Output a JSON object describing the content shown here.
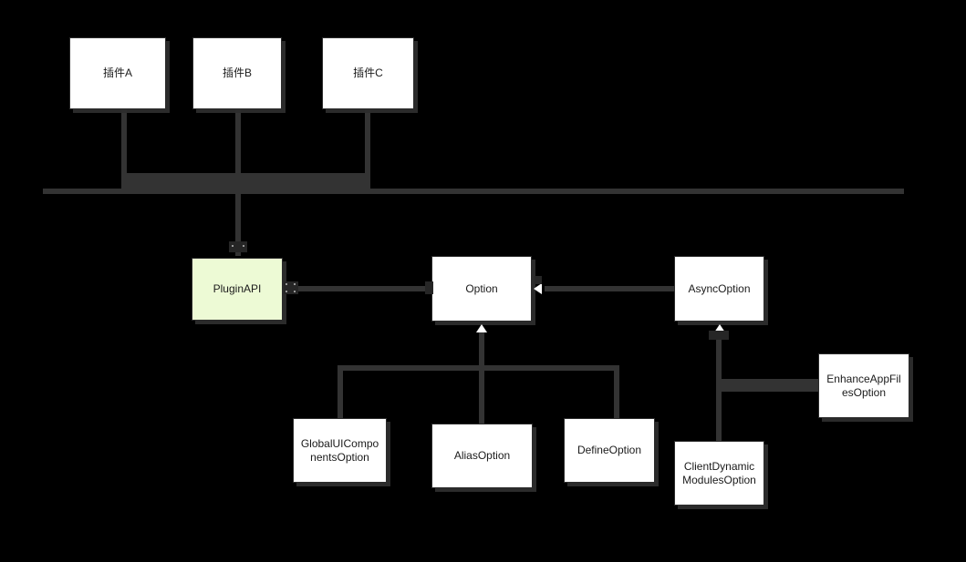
{
  "diagram": {
    "title": "Plugin / Option class diagram",
    "background_color": "#000000",
    "node_fill": "#ffffff",
    "node_fill_highlight": "#edfad5",
    "edge_color": "#333333",
    "text_color": "#1b1b1b"
  },
  "nodes": {
    "plugin_a": {
      "label": "插件A"
    },
    "plugin_b": {
      "label": "插件B"
    },
    "plugin_c": {
      "label": "插件C"
    },
    "plugin_api": {
      "label": "PluginAPI",
      "fill": "#edfad5"
    },
    "option": {
      "label": "Option"
    },
    "async_option": {
      "label": "AsyncOption"
    },
    "global_ui_components_option": {
      "label": "GlobalUIComponentsOption"
    },
    "alias_option": {
      "label": "AliasOption"
    },
    "define_option": {
      "label": "DefineOption"
    },
    "client_dynamic_modules_option": {
      "label": "ClientDynamicModulesOption"
    },
    "enhance_app_files_option": {
      "label": "EnhanceAppFilesOption"
    }
  }
}
